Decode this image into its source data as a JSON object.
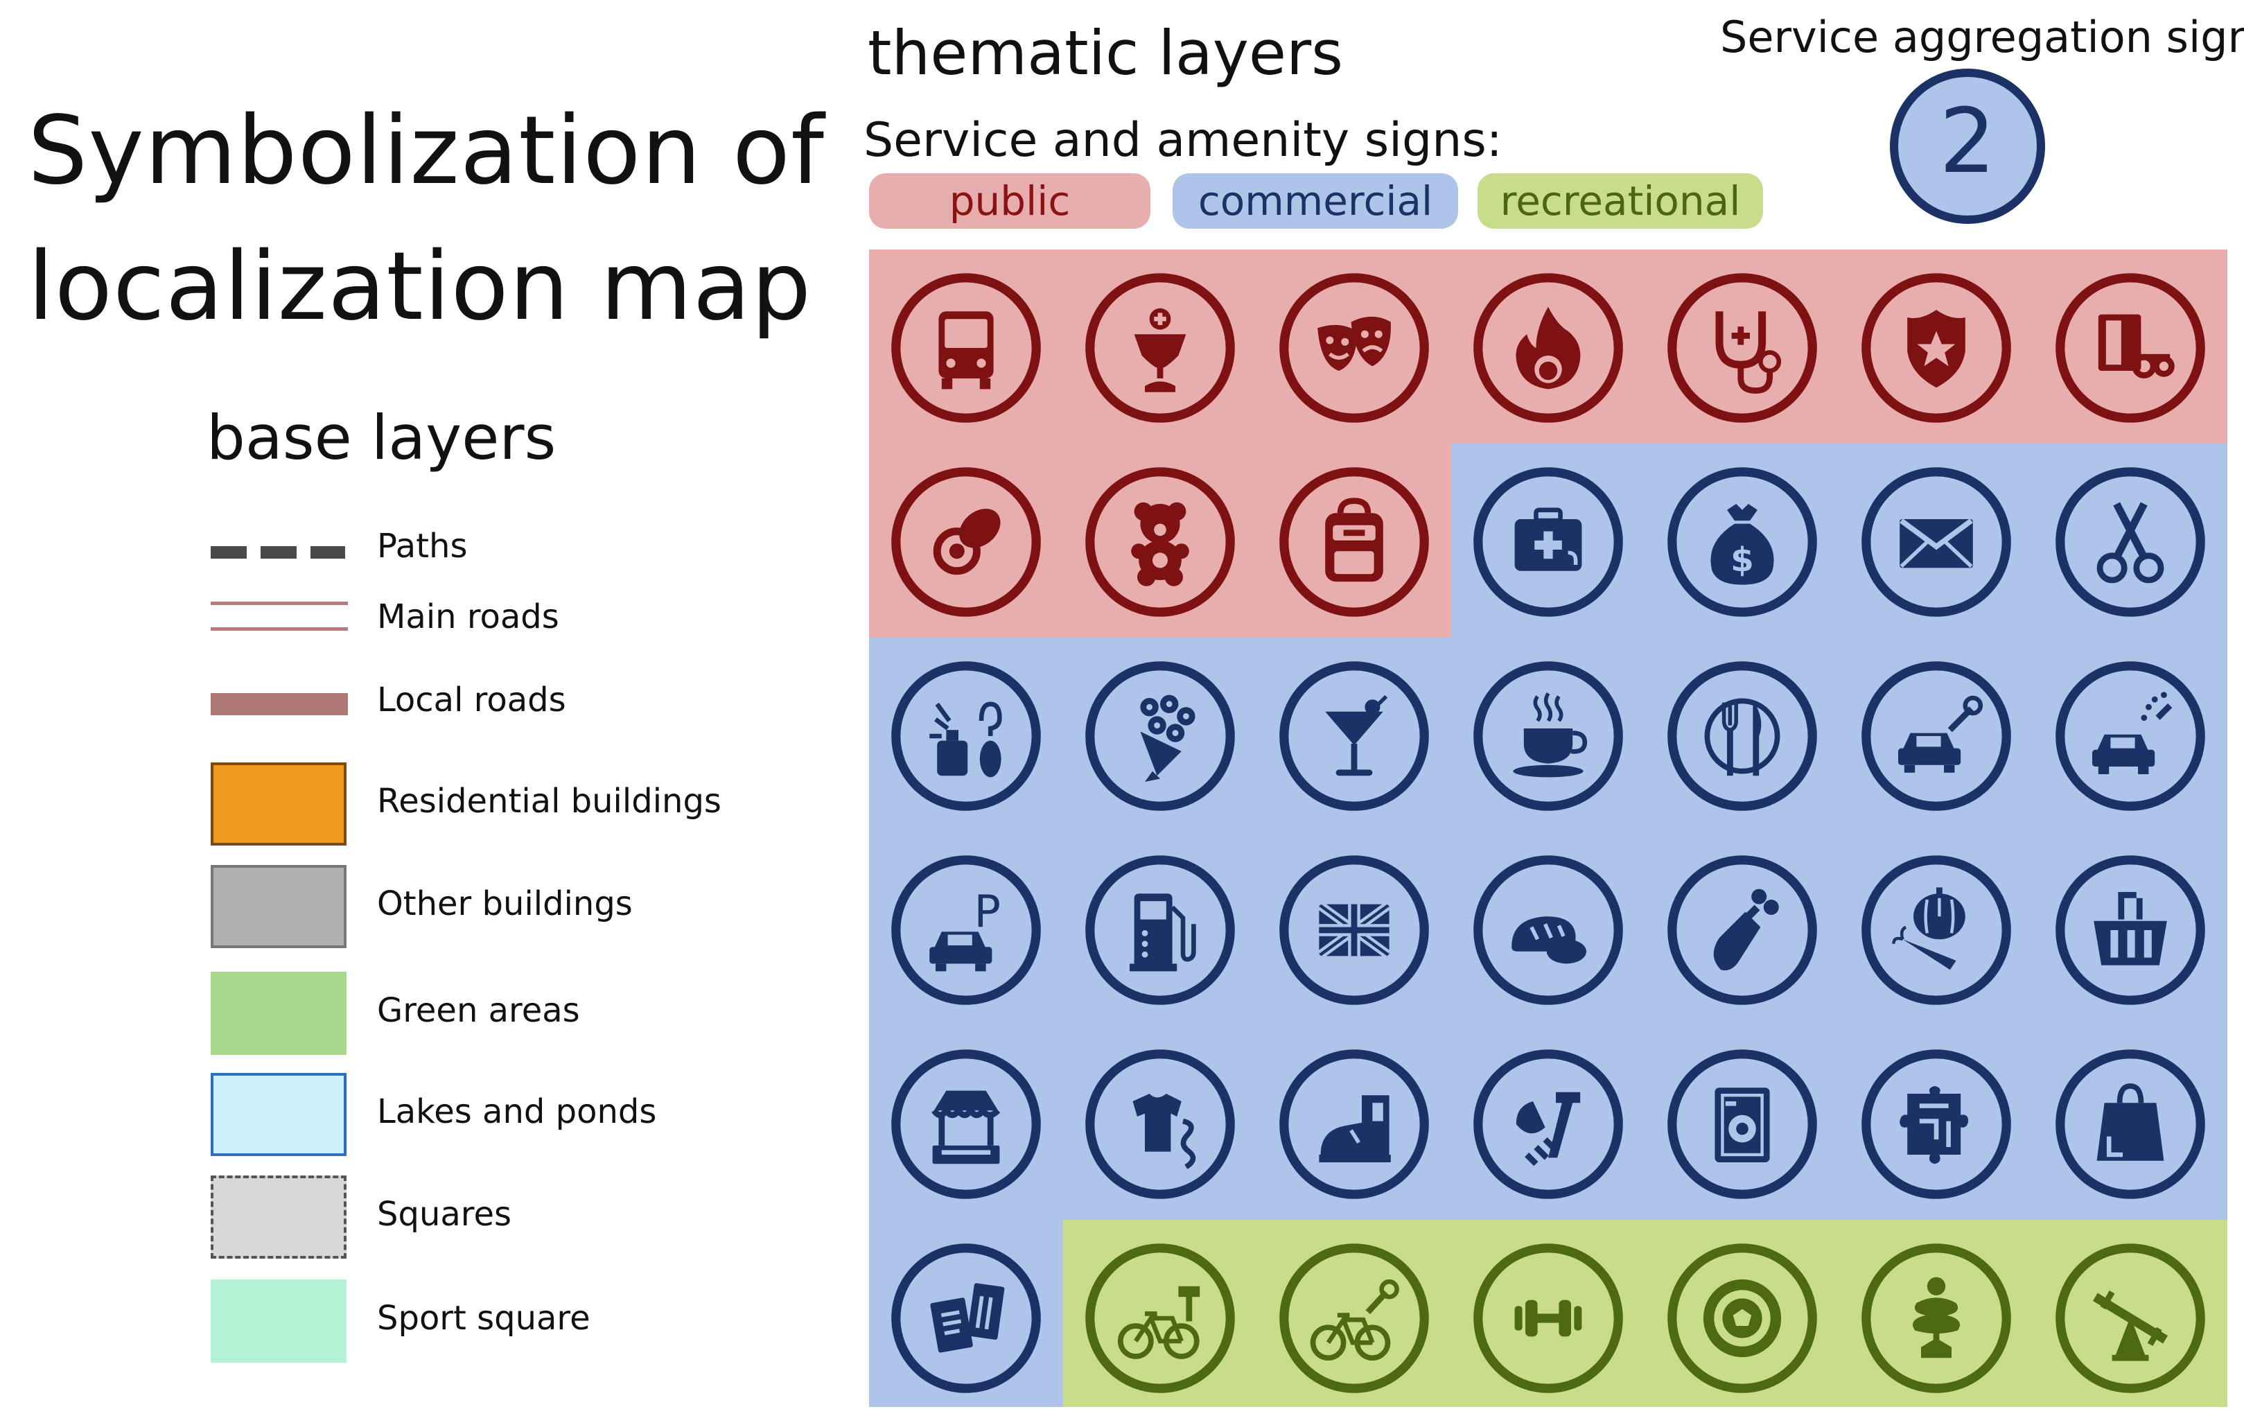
{
  "title_line1": "Symbolization of",
  "title_line2": "localization map",
  "base_layers": {
    "heading": "base layers",
    "items": [
      {
        "label": "Paths",
        "symbol": "dashed-line-icon",
        "color": "#4a4a4a"
      },
      {
        "label": "Main roads",
        "symbol": "double-line-icon",
        "color": "#b87b7b"
      },
      {
        "label": "Local roads",
        "symbol": "thick-line-icon",
        "color": "#b07777"
      },
      {
        "label": "Residential buildings",
        "symbol": "fill-swatch",
        "fill": "#f09a1f",
        "stroke": "#7a4a10"
      },
      {
        "label": "Other buildings",
        "symbol": "fill-swatch",
        "fill": "#b0b0b0",
        "stroke": "#777777"
      },
      {
        "label": "Green areas",
        "symbol": "fill-swatch",
        "fill": "#a8d98c",
        "stroke": "#a8d98c"
      },
      {
        "label": "Lakes and ponds",
        "symbol": "fill-swatch",
        "fill": "#cdf1fb",
        "stroke": "#2f6fbf"
      },
      {
        "label": "Squares",
        "symbol": "dashed-swatch",
        "fill": "#d7d7d7",
        "stroke": "#555555"
      },
      {
        "label": "Sport square",
        "symbol": "fill-swatch",
        "fill": "#b3f2d3",
        "stroke": "#b3f2d3"
      }
    ]
  },
  "thematic_layers": {
    "heading": "thematic layers",
    "service_heading": "Service and amenity signs:",
    "categories": [
      {
        "key": "public",
        "label": "public",
        "fill": "#e8adad",
        "text": "#8a1212"
      },
      {
        "key": "commercial",
        "label": "commercial",
        "fill": "#aec4e8",
        "text": "#1c3266"
      },
      {
        "key": "recreational",
        "label": "recreational",
        "fill": "#c9dc8c",
        "text": "#4a6610"
      }
    ],
    "aggregation": {
      "heading": "Service aggregation sign",
      "value": "2"
    }
  },
  "icon_colors": {
    "public": "#7e1212",
    "commercial": "#1c3266",
    "recreational": "#4d6a10"
  },
  "icon_rows": [
    [
      {
        "category": "public",
        "icon": "bus-icon"
      },
      {
        "category": "public",
        "icon": "church-chalice-icon"
      },
      {
        "category": "public",
        "icon": "theatre-masks-icon"
      },
      {
        "category": "public",
        "icon": "fire-station-icon"
      },
      {
        "category": "public",
        "icon": "stethoscope-doctor-icon"
      },
      {
        "category": "public",
        "icon": "police-badge-icon"
      },
      {
        "category": "public",
        "icon": "document-stamp-icon"
      }
    ],
    [
      {
        "category": "public",
        "icon": "pacifier-nursery-icon"
      },
      {
        "category": "public",
        "icon": "teddy-bear-kindergarten-icon"
      },
      {
        "category": "public",
        "icon": "school-backpack-icon"
      },
      {
        "category": "commercial",
        "icon": "first-aid-kit-pharmacy-icon"
      },
      {
        "category": "commercial",
        "icon": "money-bag-bank-icon"
      },
      {
        "category": "commercial",
        "icon": "envelope-post-icon"
      },
      {
        "category": "commercial",
        "icon": "scissors-hairdresser-icon"
      }
    ],
    [
      {
        "category": "commercial",
        "icon": "perfume-cosmetics-icon"
      },
      {
        "category": "commercial",
        "icon": "flower-bouquet-icon"
      },
      {
        "category": "commercial",
        "icon": "cocktail-bar-icon"
      },
      {
        "category": "commercial",
        "icon": "coffee-cup-cafe-icon"
      },
      {
        "category": "commercial",
        "icon": "plate-fork-knife-restaurant-icon"
      },
      {
        "category": "commercial",
        "icon": "car-wrench-repair-icon"
      },
      {
        "category": "commercial",
        "icon": "car-wash-icon"
      }
    ],
    [
      {
        "category": "commercial",
        "icon": "car-parking-icon"
      },
      {
        "category": "commercial",
        "icon": "fuel-pump-icon"
      },
      {
        "category": "commercial",
        "icon": "union-jack-flag-icon"
      },
      {
        "category": "commercial",
        "icon": "bread-bakery-icon"
      },
      {
        "category": "commercial",
        "icon": "meat-leg-butcher-icon"
      },
      {
        "category": "commercial",
        "icon": "pumpkin-carrot-greengrocer-icon"
      },
      {
        "category": "commercial",
        "icon": "shopping-basket-icon"
      }
    ],
    [
      {
        "category": "commercial",
        "icon": "market-stall-icon"
      },
      {
        "category": "commercial",
        "icon": "tshirt-clothing-icon"
      },
      {
        "category": "commercial",
        "icon": "shoe-boot-icon"
      },
      {
        "category": "commercial",
        "icon": "tools-hardware-icon"
      },
      {
        "category": "commercial",
        "icon": "washing-machine-laundry-icon"
      },
      {
        "category": "commercial",
        "icon": "puzzle-toys-icon"
      },
      {
        "category": "commercial",
        "icon": "shopping-bag-icon"
      }
    ],
    [
      {
        "category": "commercial",
        "icon": "newspaper-kiosk-icon"
      },
      {
        "category": "recreational",
        "icon": "bicycle-rental-icon"
      },
      {
        "category": "recreational",
        "icon": "bicycle-repair-icon"
      },
      {
        "category": "recreational",
        "icon": "dumbbell-gym-icon"
      },
      {
        "category": "recreational",
        "icon": "football-pitch-icon"
      },
      {
        "category": "recreational",
        "icon": "playground-slide-icon"
      },
      {
        "category": "recreational",
        "icon": "seesaw-playground-icon"
      }
    ]
  ]
}
